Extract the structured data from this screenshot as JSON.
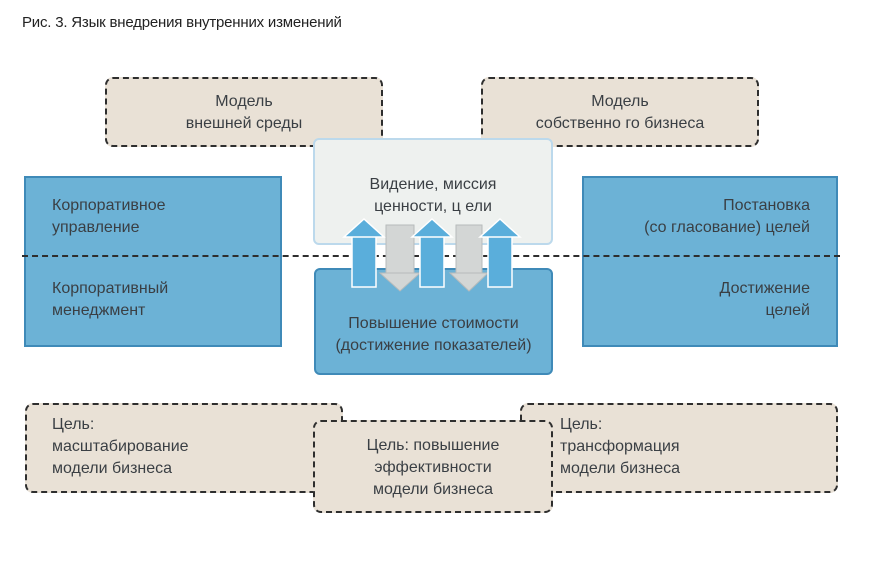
{
  "caption": "Рис. 3. Язык внедрения внутренних изменений",
  "top_left": {
    "lines": [
      "Модель",
      "внешней среды"
    ]
  },
  "top_right": {
    "lines": [
      "Модель",
      "собственно го бизнеса"
    ]
  },
  "vision": {
    "lines": [
      "Видение, миссия",
      "ценности, ц ели"
    ]
  },
  "left_upper": {
    "lines": [
      "Корпоративное",
      "управление"
    ]
  },
  "left_lower": {
    "lines": [
      "Корпоративный",
      "менеджмент"
    ]
  },
  "right_upper": {
    "lines": [
      "Постановка",
      "(со гласование) целей"
    ]
  },
  "right_lower": {
    "lines": [
      "Достижение",
      "целей"
    ]
  },
  "value": {
    "lines": [
      "Повышение стоимости",
      "(достижение показателей)"
    ]
  },
  "goal_scale": {
    "lines": [
      "Цель:",
      "масштабирование",
      "модели бизнеса"
    ]
  },
  "goal_efficiency": {
    "lines": [
      "Цель: повышение",
      "эффективности",
      "модели бизнеса"
    ]
  },
  "goal_transform": {
    "lines": [
      "Цель:",
      "трансформация",
      "модели бизнеса"
    ]
  },
  "colors": {
    "beige": "#e9e1d6",
    "blue": "#6cb2d6",
    "blue_border": "#3f8ab8",
    "arrow_up": "#5aaedb",
    "arrow_down": "#cfd3d2"
  }
}
